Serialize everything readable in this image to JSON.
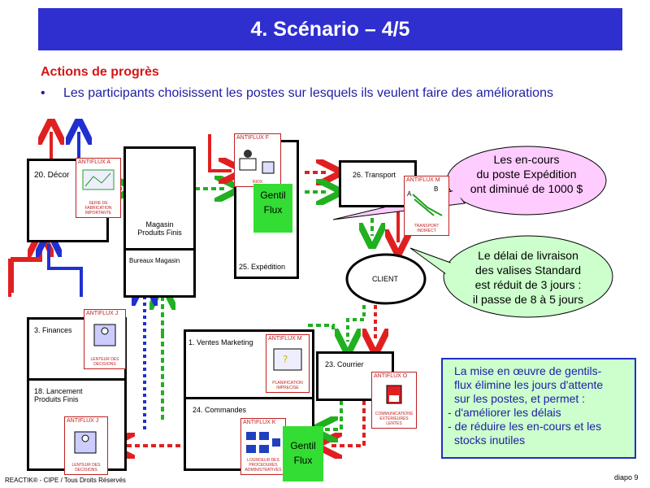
{
  "header": {
    "title": "4. Scénario – 4/5"
  },
  "main": {
    "subtitle": "Actions de progrès",
    "bullet_marker": "•",
    "bullet": "Les participants choisissent les postes sur lesquels ils veulent faire des améliorations"
  },
  "diagram": {
    "stations": {
      "decor": "20. Décor",
      "magasin": "Magasin\nProduits Finis",
      "bureaux": "Bureaux Magasin",
      "expedition": "25. Expédition",
      "transport": "26. Transport",
      "client": "CLIENT",
      "finances": "3. Finances",
      "lancement": "18. Lancement\nProduits Finis",
      "ventes": "1. Ventes Marketing",
      "commandes": "24. Commandes",
      "courrier": "23. Courrier"
    },
    "cards": {
      "a": {
        "title": "ANTIFLUX A",
        "caption": "SERIE DE FABRICATION IMPORTANTE"
      },
      "f": {
        "title": "ANTIFLUX F",
        "caption": "INOX"
      },
      "m_transport": {
        "title": "ANTIFLUX M",
        "caption": "TRANSPORT INDIRECT",
        "tags": [
          "A",
          "B"
        ]
      },
      "j_finances": {
        "title": "ANTIFLUX J",
        "caption": "LENTEUR DES DECISIONS"
      },
      "j_lancement": {
        "title": "ANTIFLUX J",
        "caption": "LENTEUR DES DECISIONS"
      },
      "m_ventes": {
        "title": "ANTIFLUX M",
        "caption": "PLANIFICATION IMPRECISE"
      },
      "k": {
        "title": "ANTIFLUX K",
        "caption": "LOURDEUR DES PROCEDURES ADMINISTRATIVES"
      },
      "o": {
        "title": "ANTIFLUX O",
        "caption": "COMMUNICATIONS EXTERIEURES LENTES"
      }
    },
    "gentil_flux": [
      "Gentil\nFlux",
      "Gentil\nFlux"
    ],
    "callouts": {
      "encours": "Les en-cours\ndu poste Expédition\nont diminué de 1000 $",
      "delai": "Le délai de livraison\ndes valises Standard\nest réduit de 3 jours :\nil passe de 8 à 5 jours"
    },
    "summary": [
      "La mise en œuvre de gentils-",
      "flux élimine les jours d'attente",
      "sur les postes, et permet :",
      "- d'améliorer les délais",
      "- de réduire les en-cours et les",
      "stocks inutiles"
    ],
    "colors": {
      "red": "#e02020",
      "green": "#20b020",
      "blue": "#2030d0",
      "orange": "#ff8800",
      "bubble": "#ffccff"
    }
  },
  "footer": {
    "copyright": "REACTIK® - CIPE / Tous Droits Réservés",
    "slide": "diapo 9"
  }
}
